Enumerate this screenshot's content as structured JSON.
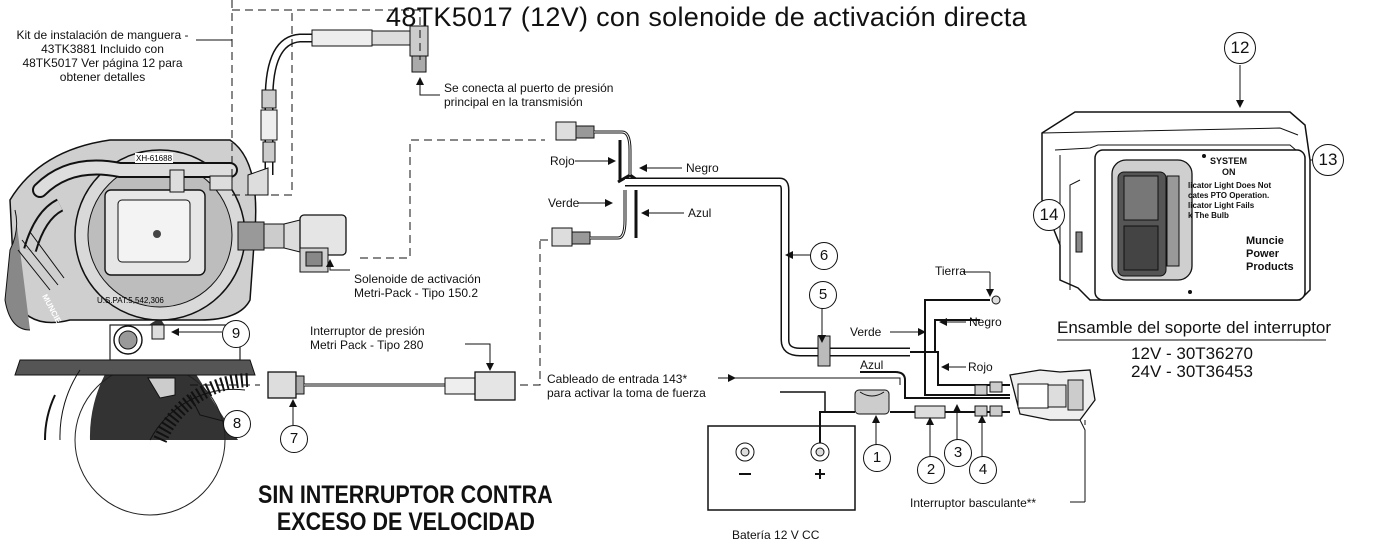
{
  "title": "48TK5017 (12V) con solenoide de activación directa",
  "labels": {
    "hose_kit": [
      "Kit de instalación de manguera -",
      "43TK3881 Incluido con",
      "48TK5017 Ver página 12 para",
      "obtener detalles"
    ],
    "pressure_port": [
      "Se conecta al puerto de presión",
      "principal en la transmisión"
    ],
    "solenoid": [
      "Solenoide de activación",
      "Metri-Pack - Tipo 150.2"
    ],
    "pressure_switch": [
      "Interruptor de presión",
      "Metri Pack - Tipo 280"
    ],
    "input_wire": [
      "Cableado de entrada 143*",
      "para activar la toma de fuerza"
    ],
    "rocker_switch": "Interruptor basculante**",
    "battery": "Batería 12 V CC",
    "no_overspeed": [
      "SIN INTERRUPTOR CONTRA",
      "EXCESO DE VELOCIDAD"
    ],
    "bracket_assembly": "Ensamble del soporte del interruptor",
    "bracket_12v": "12V - 30T36270",
    "bracket_24v": "24V - 30T36453"
  },
  "wires": {
    "rojo_top": "Rojo",
    "negro_top": "Negro",
    "verde_top": "Verde",
    "azul_top": "Azul",
    "tierra": "Tierra",
    "verde_bottom": "Verde",
    "negro_bottom": "Negro",
    "azul_bottom": "Azul",
    "rojo_bottom": "Rojo"
  },
  "callouts": [
    "1",
    "2",
    "3",
    "4",
    "5",
    "6",
    "7",
    "8",
    "9",
    "12",
    "13",
    "14"
  ],
  "switch_panel": {
    "system": "SYSTEM",
    "on": "ON",
    "text_lines": [
      "licator Light Does Not",
      "cates PTO Operation.",
      "licator Light Fails",
      "k The Bulb"
    ],
    "brand": [
      "Muncie",
      "Power",
      "Products"
    ]
  },
  "pump_markings": {
    "part": "XH-61688",
    "patent": "U.S.PAT.5,542,306",
    "brand": "MUNCIE"
  }
}
